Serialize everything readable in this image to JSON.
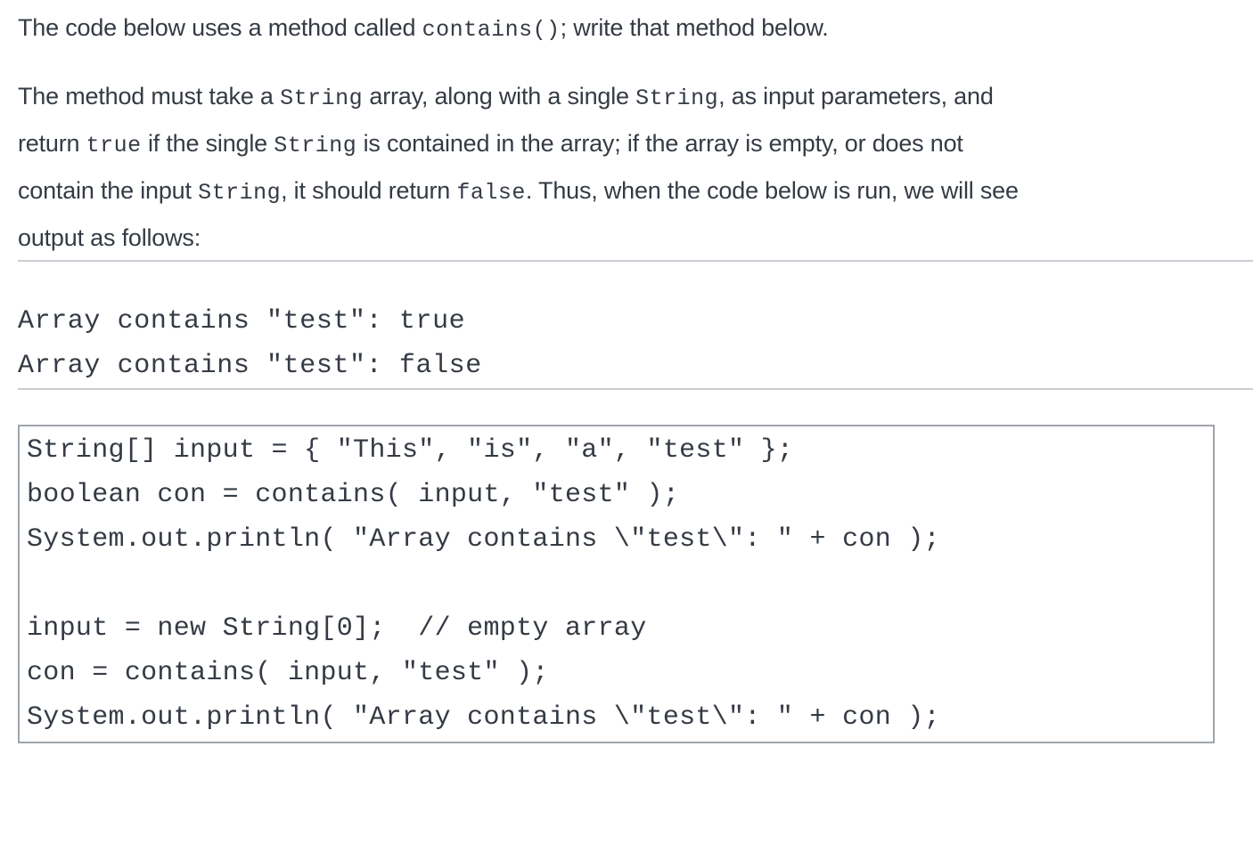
{
  "colors": {
    "text": "#353b44",
    "divider": "#c8cdd2",
    "code_border": "#9fa5aa",
    "background": "#ffffff"
  },
  "paragraph1": {
    "lines": [
      [
        [
          "t",
          "The code below uses a method called "
        ],
        [
          "c",
          "contains()"
        ],
        [
          "t",
          "; write that method below."
        ]
      ]
    ]
  },
  "paragraph2": {
    "lines": [
      [
        [
          "t",
          "The method must take a "
        ],
        [
          "c",
          "String"
        ],
        [
          "t",
          " array, along with a single "
        ],
        [
          "c",
          "String"
        ],
        [
          "t",
          ", as input parameters, and"
        ]
      ],
      [
        [
          "t",
          "return "
        ],
        [
          "c",
          "true"
        ],
        [
          "t",
          " if the single "
        ],
        [
          "c",
          "String"
        ],
        [
          "t",
          " is contained in the array; if the array is empty, or does not"
        ]
      ],
      [
        [
          "t",
          "contain the input "
        ],
        [
          "c",
          "String"
        ],
        [
          "t",
          ", it should return "
        ],
        [
          "c",
          "false"
        ],
        [
          "t",
          ". Thus, when the code below is run, we will see"
        ]
      ],
      [
        [
          "t",
          "output as follows:"
        ]
      ]
    ]
  },
  "output_block": {
    "lines": [
      "Array contains \"test\": true",
      "Array contains \"test\": false"
    ]
  },
  "code_block": {
    "lines": [
      "String[] input = { \"This\", \"is\", \"a\", \"test\" };",
      "boolean con = contains( input, \"test\" );",
      "System.out.println( \"Array contains \\\"test\\\": \" + con );",
      "",
      "input = new String[0];  // empty array",
      "con = contains( input, \"test\" );",
      "System.out.println( \"Array contains \\\"test\\\": \" + con );"
    ]
  }
}
